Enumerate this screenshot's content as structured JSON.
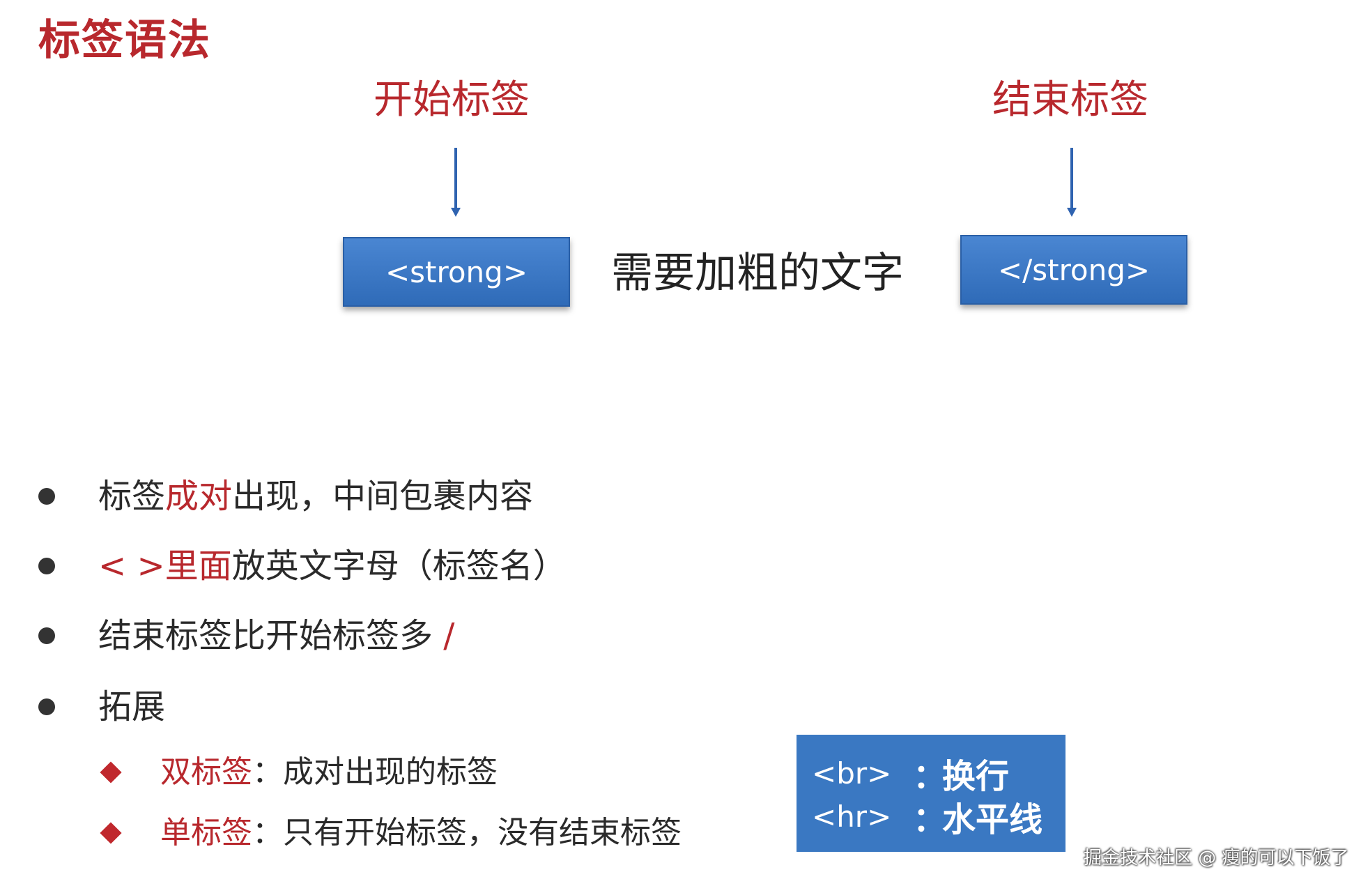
{
  "title": "标签语法",
  "diagram": {
    "open_caption": "开始标签",
    "close_caption": "结束标签",
    "open_tag": "<strong>",
    "content": "需要加粗的文字",
    "close_tag": "</strong>"
  },
  "bullets": [
    {
      "pre": "标签",
      "red": "成对",
      "post": "出现，中间包裹内容"
    },
    {
      "pre": "",
      "red": "< >里面",
      "post": "放英文字母（标签名）"
    },
    {
      "pre": "结束标签比开始标签多 ",
      "red": "/",
      "post": ""
    },
    {
      "pre": "拓展",
      "red": "",
      "post": ""
    }
  ],
  "sub_bullets": [
    {
      "red": "双标签",
      "post": "：成对出现的标签"
    },
    {
      "red": "单标签",
      "post": "：只有开始标签，没有结束标签"
    }
  ],
  "info_box": {
    "line1_tag": "<br>",
    "line1_colon": "：",
    "line1_desc": "换行",
    "line2_tag": "<hr>",
    "line2_colon": "：",
    "line2_desc": "水平线"
  },
  "watermark": "掘金技术社区 @ 瘦的可以下饭了",
  "colors": {
    "accent_red": "#b8282d",
    "box_blue": "#3a78c2",
    "arrow_blue": "#2f63b0"
  }
}
